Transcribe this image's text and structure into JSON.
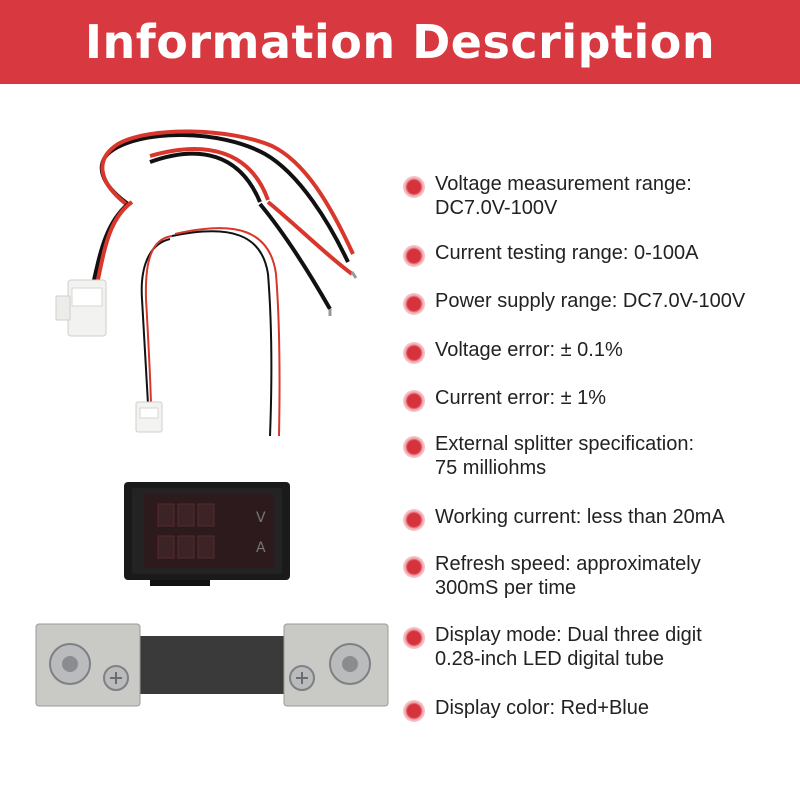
{
  "header": {
    "title": "Information Description",
    "background_color": "#d8383f"
  },
  "products": {
    "items": [
      {
        "name": "power-wire-harness"
      },
      {
        "name": "signal-wire-harness"
      },
      {
        "name": "voltmeter-ammeter-display"
      },
      {
        "name": "current-shunt"
      }
    ],
    "display_labels": {
      "volt": "V",
      "amp": "A"
    }
  },
  "specs": {
    "bullet_color": "#d6323c",
    "items": [
      {
        "lines": [
          "Voltage measurement range:",
          "DC7.0V-100V"
        ]
      },
      {
        "lines": [
          "Current testing range: 0-100A"
        ]
      },
      {
        "lines": [
          "Power supply range: DC7.0V-100V"
        ]
      },
      {
        "lines": [
          "Voltage error: ± 0.1%"
        ]
      },
      {
        "lines": [
          "Current error: ± 1%"
        ]
      },
      {
        "lines": [
          "External splitter specification:",
          "75 milliohms"
        ]
      },
      {
        "lines": [
          "Working current: less than 20mA"
        ]
      },
      {
        "lines": [
          "Refresh speed: approximately",
          "300mS per time"
        ]
      },
      {
        "lines": [
          "Display mode: Dual three digit",
          "0.28-inch LED digital tube"
        ]
      },
      {
        "lines": [
          "Display color: Red+Blue"
        ]
      }
    ]
  }
}
